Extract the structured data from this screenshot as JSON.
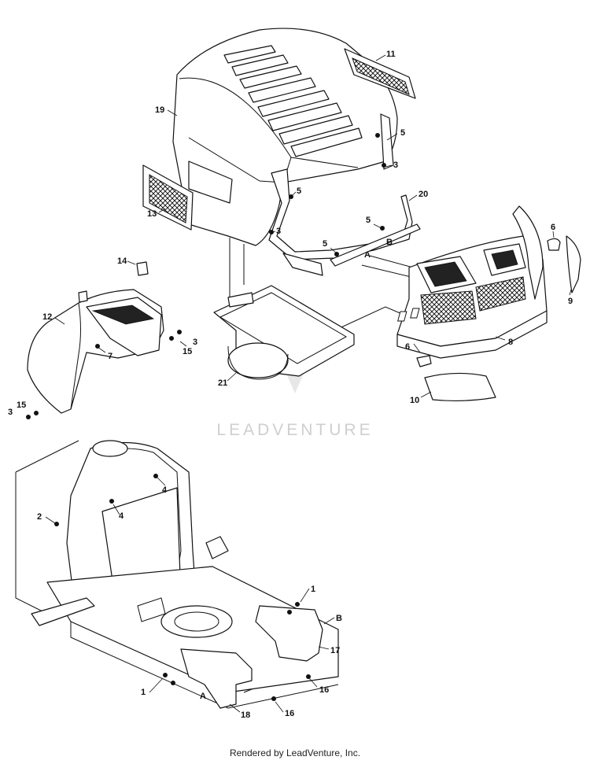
{
  "footer": "Rendered by LeadVenture, Inc.",
  "watermark": "LEADVENTURE",
  "labels": {
    "l1a": "1",
    "l1b": "1",
    "l2": "2",
    "l3a": "3",
    "l3b": "3",
    "l3c": "3",
    "l3d": "3",
    "l4a": "4",
    "l4b": "4",
    "l5a": "5",
    "l5b": "5",
    "l5c": "5",
    "l5d": "5",
    "l6a": "6",
    "l6b": "6",
    "l7": "7",
    "l8": "8",
    "l9": "9",
    "l10": "10",
    "l11": "11",
    "l12": "12",
    "l13": "13",
    "l14": "14",
    "l15a": "15",
    "l15b": "15",
    "l16a": "16",
    "l16b": "16",
    "l17": "17",
    "l18": "18",
    "l19": "19",
    "l20": "20",
    "l21": "21",
    "lAa": "A",
    "lAb": "A",
    "lBa": "B",
    "lBb": "B"
  }
}
